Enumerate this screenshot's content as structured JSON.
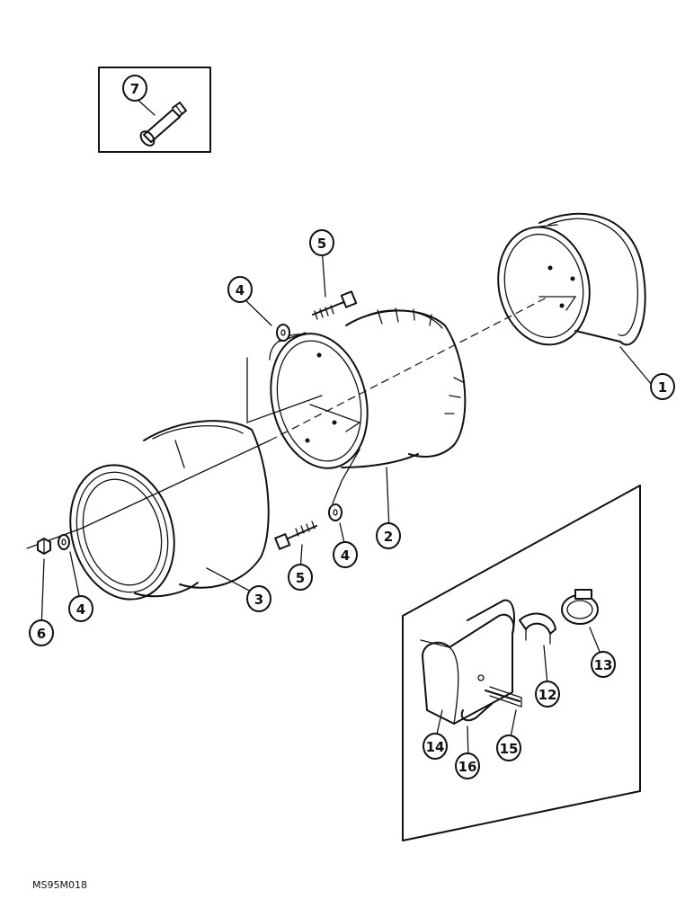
{
  "drawing_code": "MS95M018",
  "callouts": [
    {
      "label": "1"
    },
    {
      "label": "2"
    },
    {
      "label": "3"
    },
    {
      "label": "4"
    },
    {
      "label": "4"
    },
    {
      "label": "4"
    },
    {
      "label": "5"
    },
    {
      "label": "5"
    },
    {
      "label": "6"
    },
    {
      "label": "7"
    },
    {
      "label": "12"
    },
    {
      "label": "13"
    },
    {
      "label": "14"
    },
    {
      "label": "15"
    },
    {
      "label": "16"
    }
  ]
}
